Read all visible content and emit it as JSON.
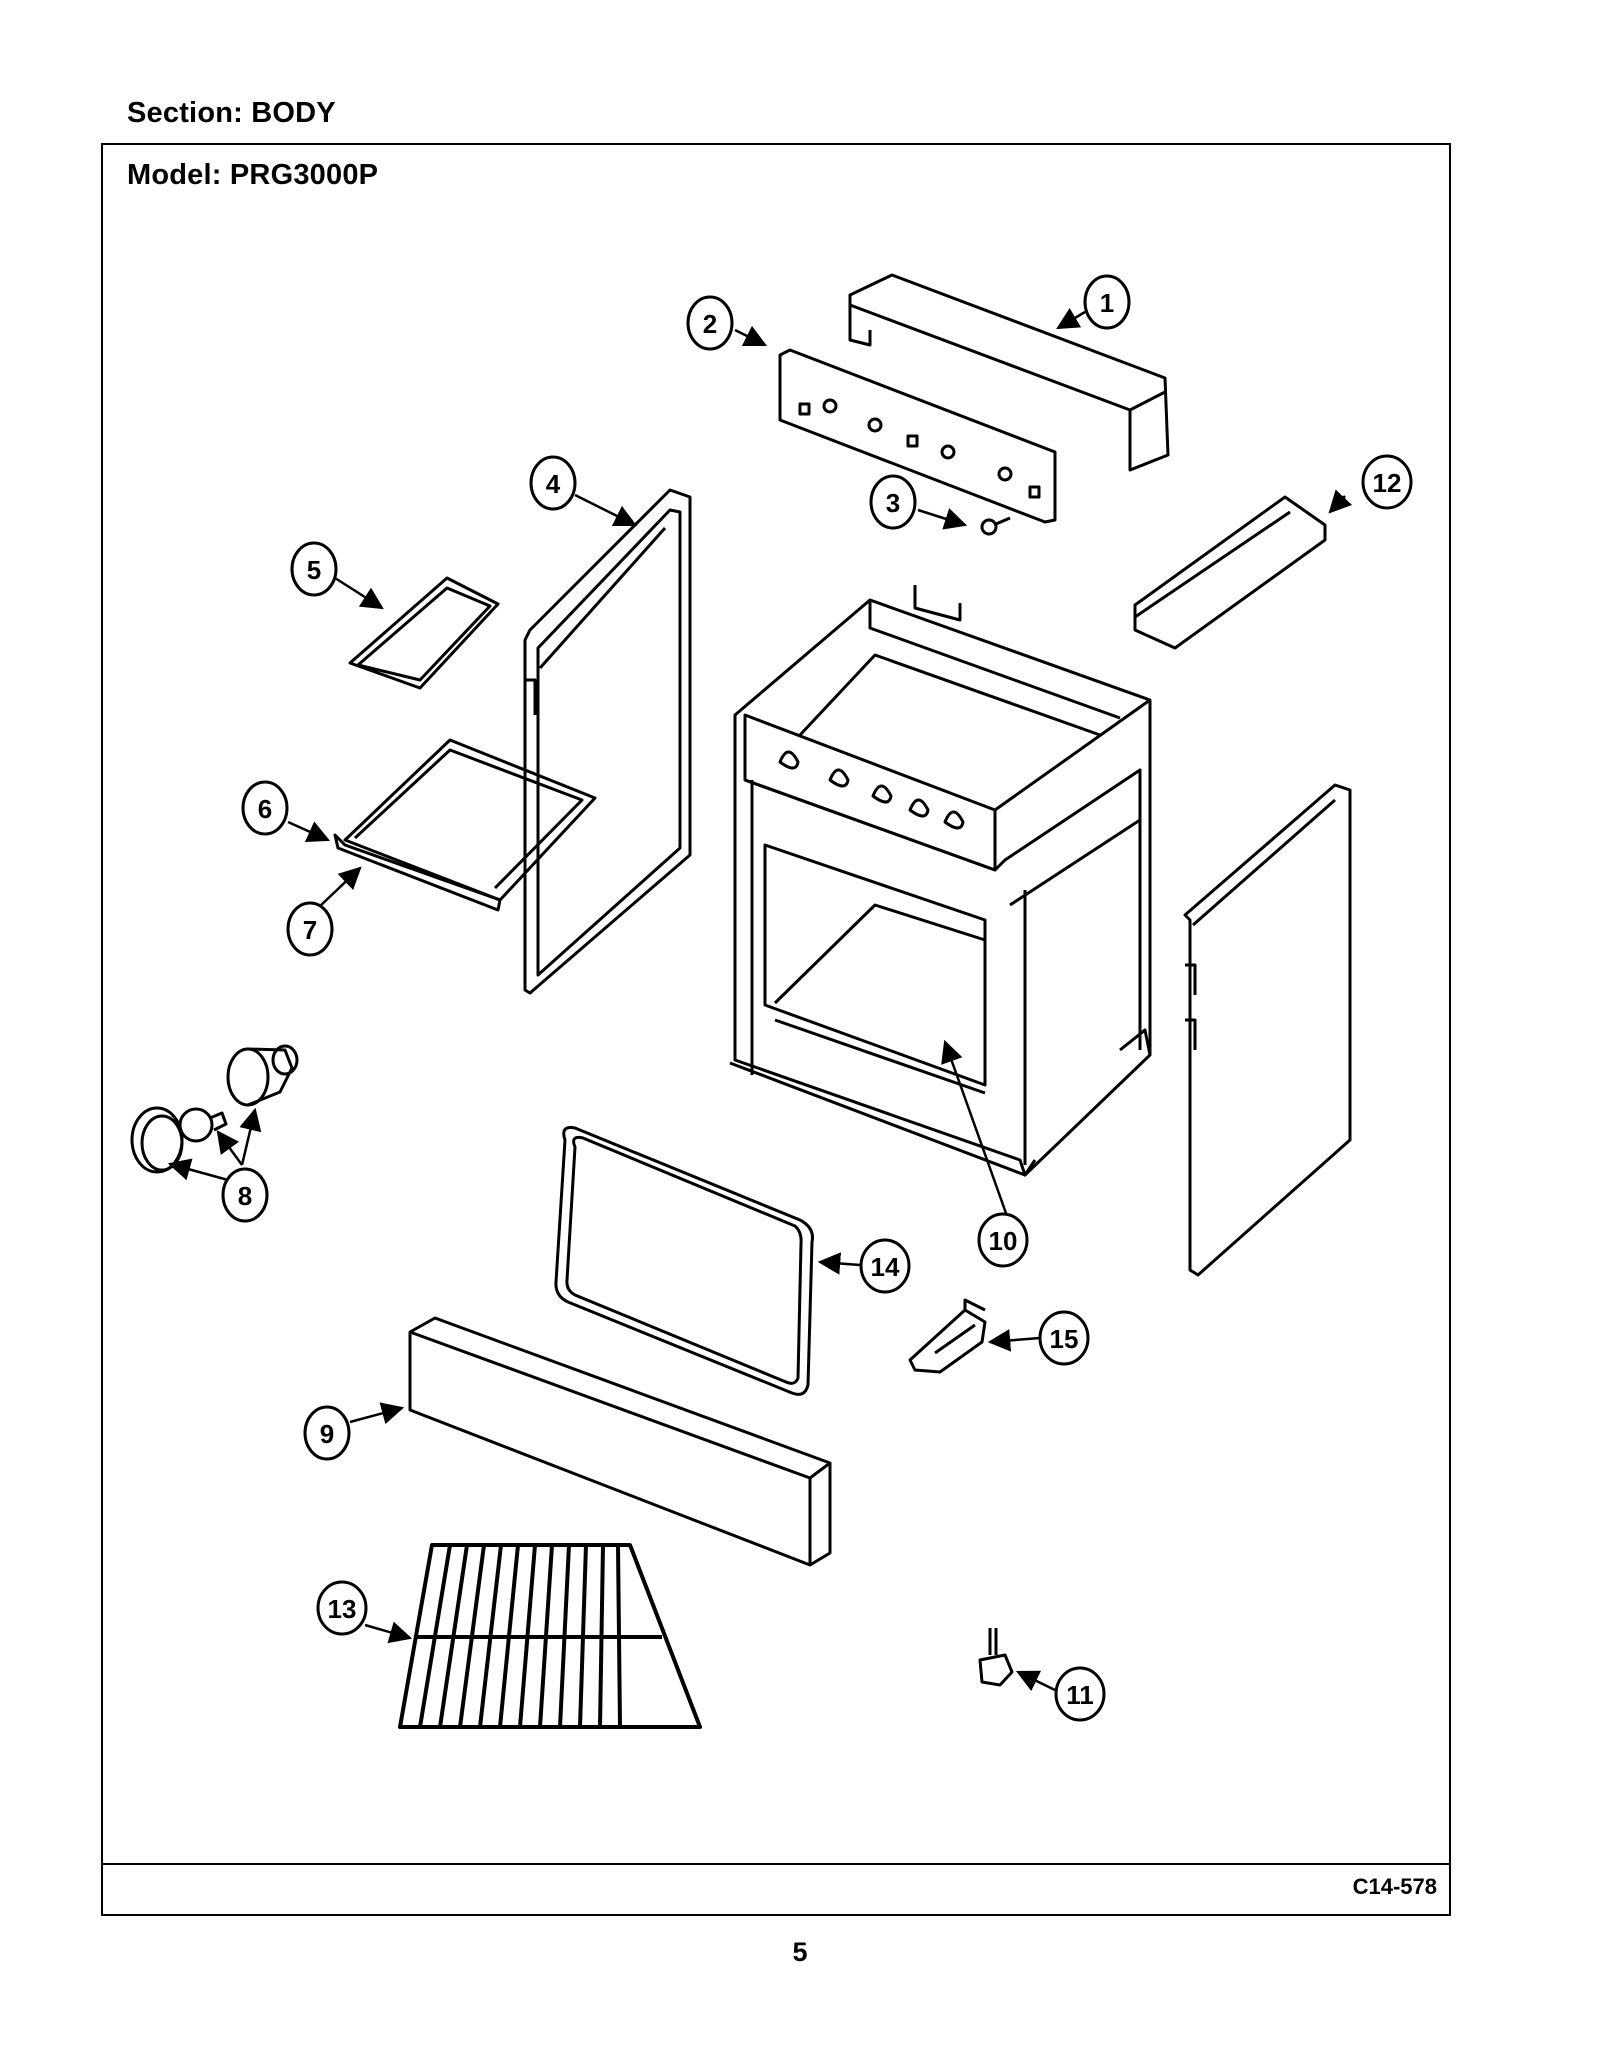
{
  "header": {
    "section": "Section:  BODY",
    "model": "Model:  PRG3000P"
  },
  "footer": {
    "code": "C14-578",
    "page_number": "5"
  },
  "callouts": [
    "1",
    "2",
    "3",
    "4",
    "5",
    "6",
    "7",
    "8",
    "9",
    "10",
    "11",
    "12",
    "13",
    "14",
    "15"
  ]
}
